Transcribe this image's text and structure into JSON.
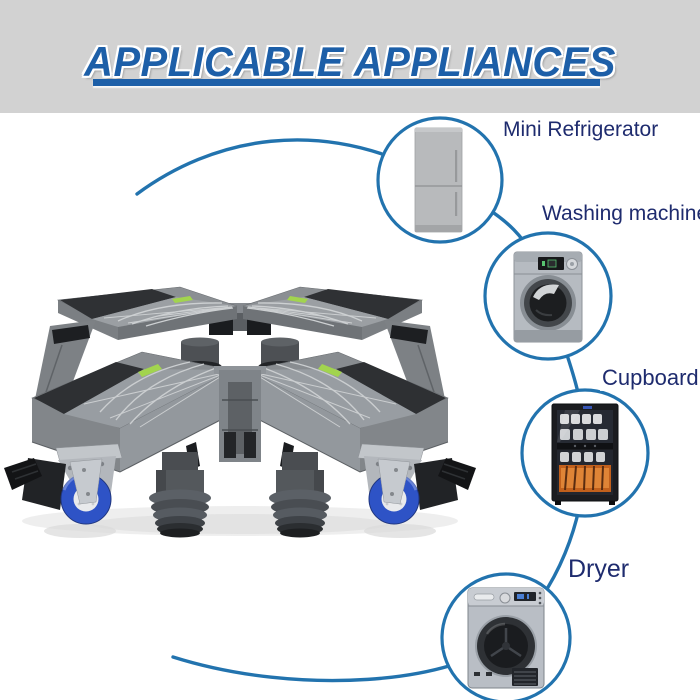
{
  "header": {
    "title": "APPLICABLE APPLIANCES"
  },
  "diagram": {
    "bubbles": [
      {
        "id": "mini-refrigerator",
        "label": "Mini Refrigerator",
        "icon": "mini-refrigerator-icon"
      },
      {
        "id": "washing-machine",
        "label": "Washing machine",
        "icon": "washing-machine-icon"
      },
      {
        "id": "cupboard",
        "label": "Cupboard",
        "icon": "cupboard-icon"
      },
      {
        "id": "dryer",
        "label": "Dryer",
        "icon": "dryer-icon"
      }
    ],
    "product_icon": "appliance-roller-base-icon"
  },
  "colors": {
    "header_bg": "#d2d2d2",
    "title_blue": "#1d5fa8",
    "chain_blue": "#2273ae",
    "label_navy": "#1e2b6e",
    "caster_wheel_blue": "#2e53c6",
    "level_indicator_green": "#a2d44e"
  }
}
